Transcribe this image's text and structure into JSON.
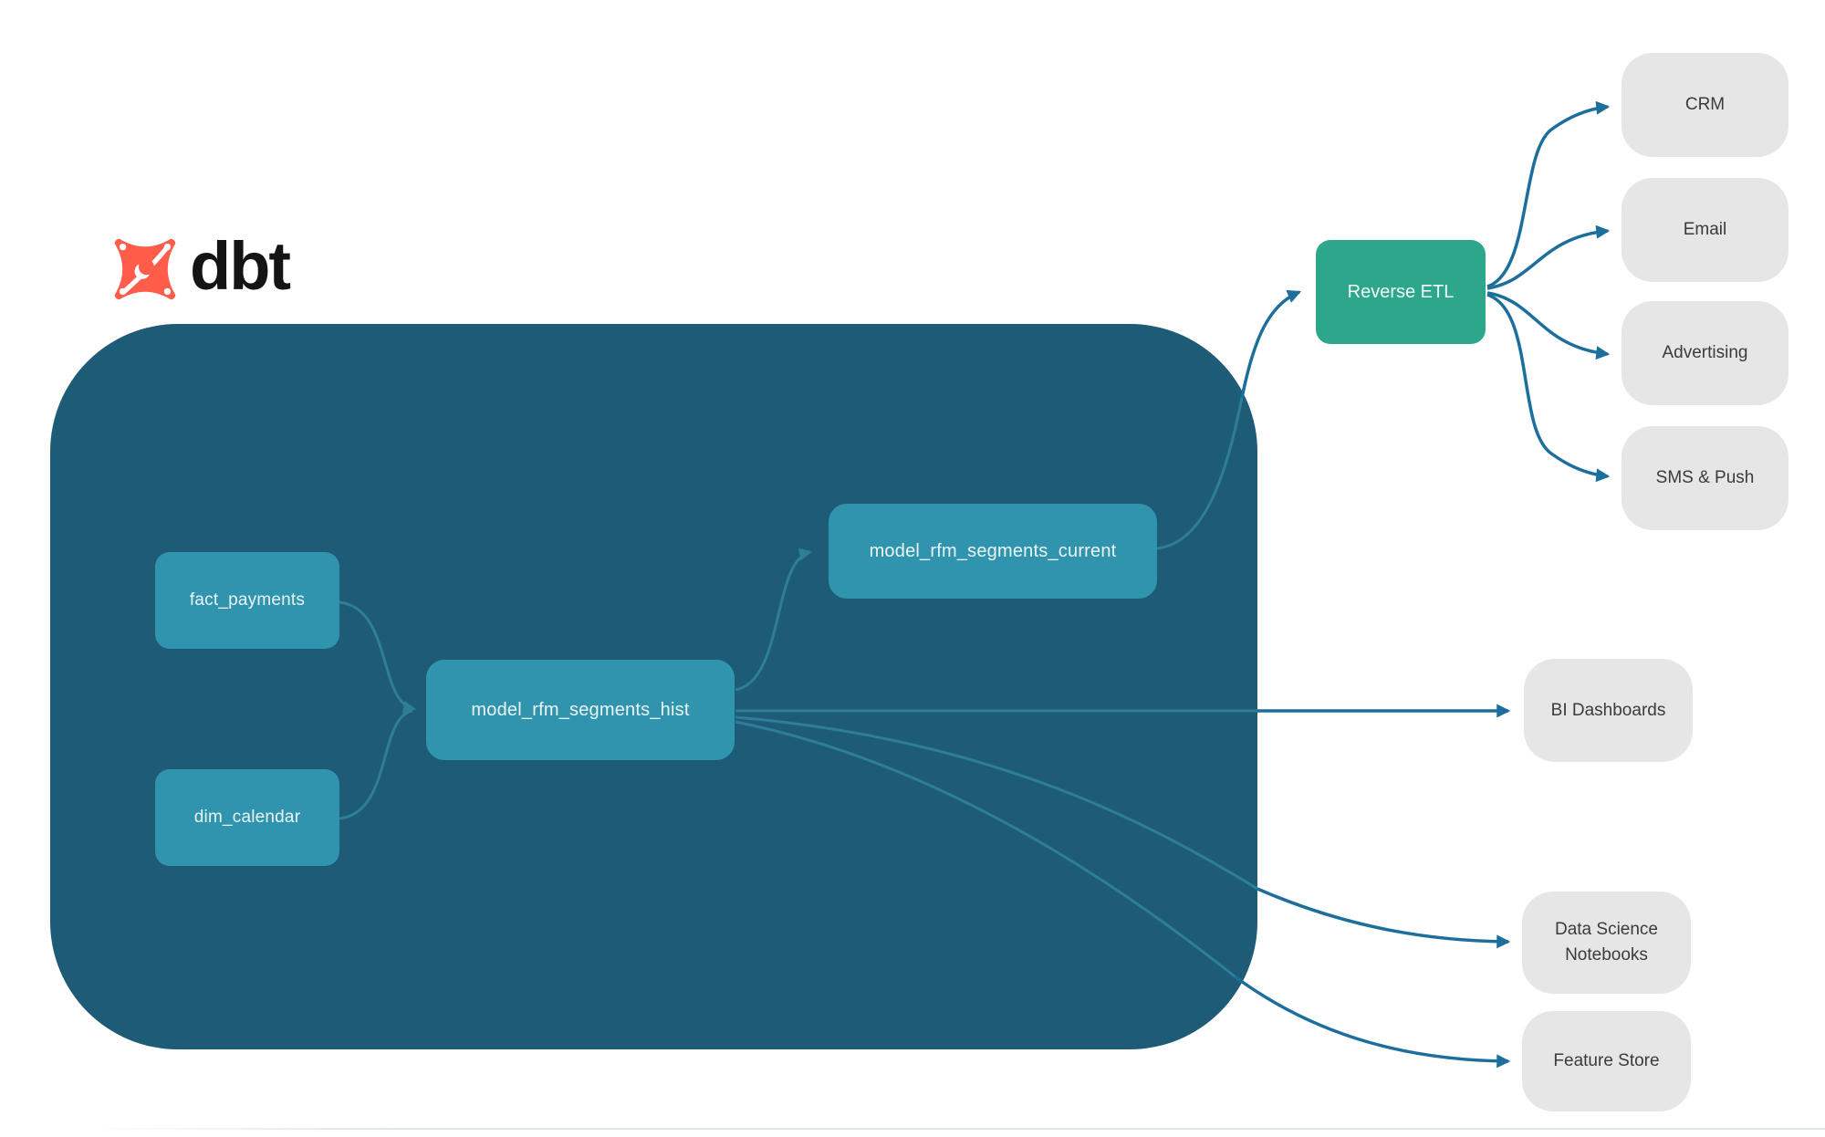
{
  "labels": {
    "brand": "dbt",
    "fact_payments": "fact_payments",
    "dim_calendar": "dim_calendar",
    "model_rfm_segments_hist": "model_rfm_segments_hist",
    "model_rfm_segments_current": "model_rfm_segments_current",
    "reverse_etl": "Reverse ETL",
    "crm": "CRM",
    "email": "Email",
    "advertising": "Advertising",
    "sms_push": "SMS & Push",
    "bi_dashboards": "BI Dashboards",
    "data_science_notebooks": "Data Science Notebooks",
    "feature_store": "Feature Store"
  },
  "edges": [
    {
      "from": "fact_payments",
      "to": "model_rfm_segments_hist"
    },
    {
      "from": "dim_calendar",
      "to": "model_rfm_segments_hist"
    },
    {
      "from": "model_rfm_segments_hist",
      "to": "model_rfm_segments_current"
    },
    {
      "from": "model_rfm_segments_current",
      "to": "reverse_etl"
    },
    {
      "from": "reverse_etl",
      "to": "crm"
    },
    {
      "from": "reverse_etl",
      "to": "email"
    },
    {
      "from": "reverse_etl",
      "to": "advertising"
    },
    {
      "from": "reverse_etl",
      "to": "sms_push"
    },
    {
      "from": "model_rfm_segments_hist",
      "to": "bi_dashboards"
    },
    {
      "from": "model_rfm_segments_hist",
      "to": "data_science_notebooks"
    },
    {
      "from": "model_rfm_segments_hist",
      "to": "feature_store"
    }
  ],
  "colors": {
    "warehouse_bg": "#1E5B77",
    "model_node_bg": "#3194AE",
    "activation_node_bg": "#2CA78B",
    "destination_node_bg": "#E6E6E6",
    "edge_bright": "#1C6E9D",
    "edge_muted": "#2E7E96",
    "brand_orange": "#FF5C4A",
    "node_text_light": "#EAF5F8",
    "node_text_dark": "#3B3B3B"
  }
}
